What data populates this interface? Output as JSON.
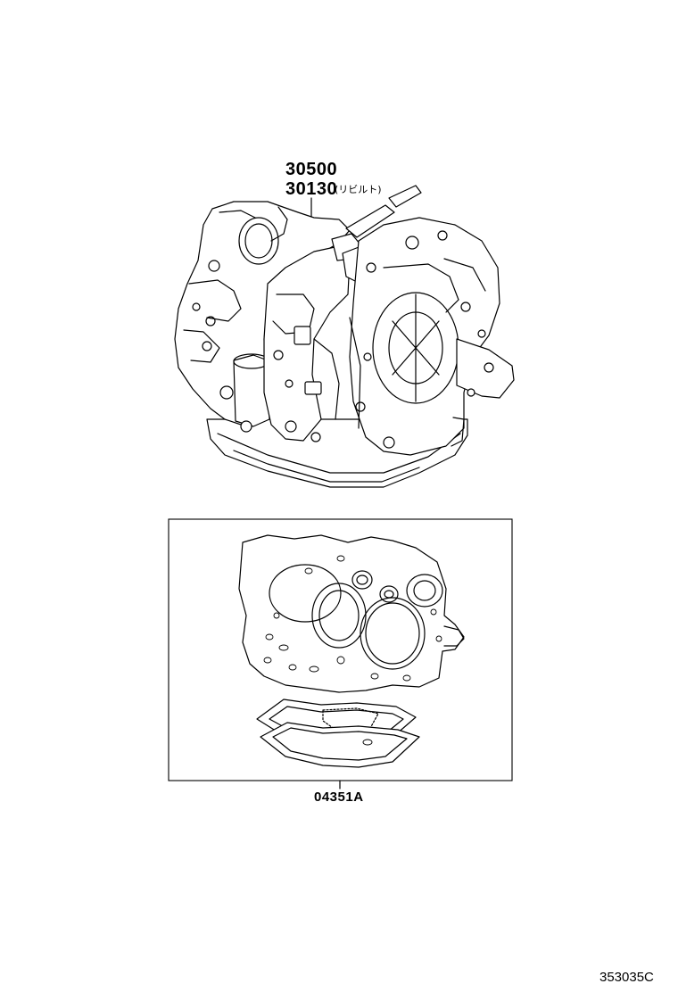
{
  "parts": {
    "transmission_part_1": "30500",
    "transmission_part_2": "30130",
    "rebuilt_note": "(リビルト)",
    "gasket_kit_part": "04351A"
  },
  "reference_code": "353035C"
}
